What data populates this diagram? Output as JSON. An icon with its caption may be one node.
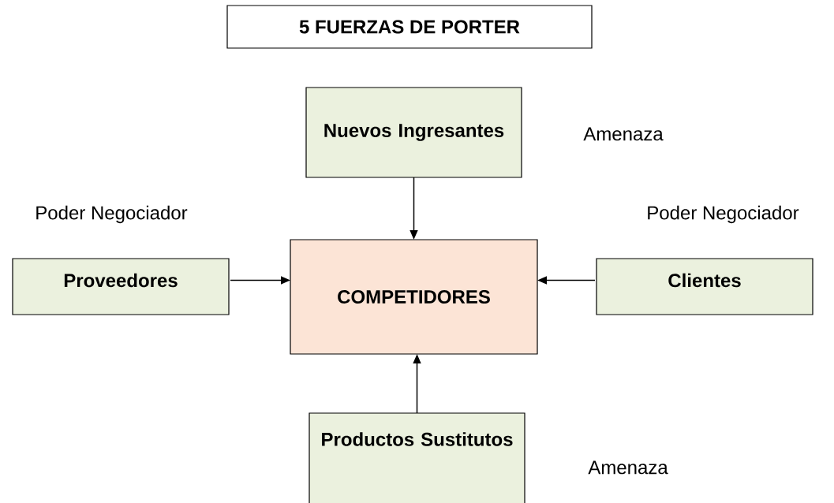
{
  "diagram": {
    "title": "5 FUERZAS DE PORTER",
    "nodes": [
      {
        "text": [
          "Nuevos Ingresantes"
        ],
        "beside": [
          "Amenaza"
        ]
      },
      {
        "text": [
          "Proveedores"
        ],
        "beside": [
          "Poder Negociador"
        ]
      },
      {
        "text": [
          "COMPETIDORES"
        ]
      },
      {
        "text": [
          "Clientes"
        ],
        "beside": [
          "Poder Negociador"
        ]
      },
      {
        "text": [
          "Productos Sustitutos"
        ],
        "beside": [
          "Amenaza"
        ]
      }
    ],
    "edges": [
      {
        "from": 0,
        "to": 2,
        "arrow": "to"
      },
      {
        "from": 1,
        "to": 2,
        "arrow": "to"
      },
      {
        "from": 3,
        "to": 2,
        "arrow": "to"
      },
      {
        "from": 4,
        "to": 2,
        "arrow": "to"
      }
    ]
  }
}
